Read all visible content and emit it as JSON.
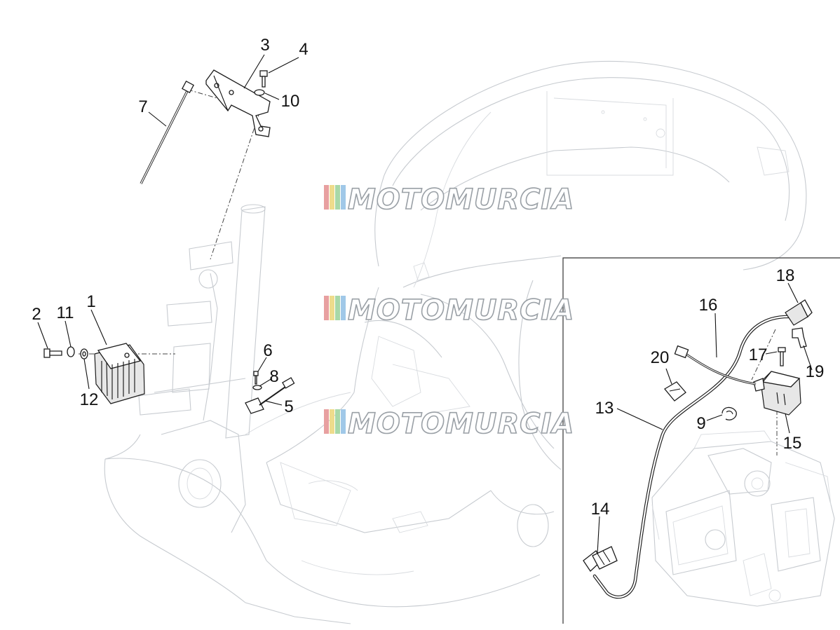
{
  "watermark": {
    "text": "MOTOMURCIA",
    "stripe_colors": [
      "#e8a0a0",
      "#eedc8c",
      "#a8d8a8",
      "#a0c8e8"
    ]
  },
  "callouts": {
    "c1": "1",
    "c2": "2",
    "c3": "3",
    "c4": "4",
    "c5": "5",
    "c6": "6",
    "c7": "7",
    "c8": "8",
    "c9": "9",
    "c10": "10",
    "c11": "11",
    "c12": "12",
    "c13": "13",
    "c14": "14",
    "c15": "15",
    "c16": "16",
    "c17": "17",
    "c18": "18",
    "c19": "19",
    "c20": "20"
  }
}
